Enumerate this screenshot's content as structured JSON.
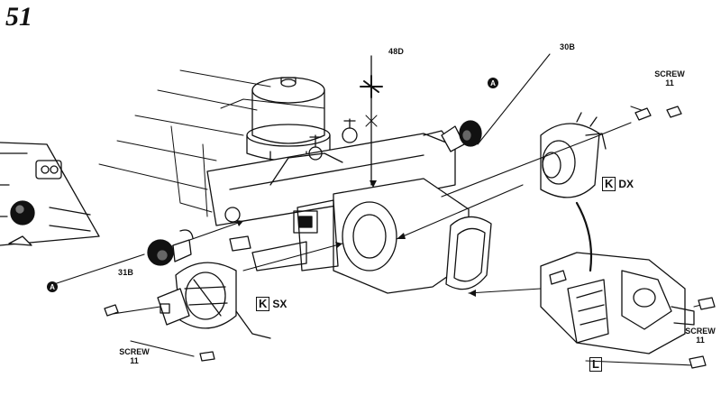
{
  "step_number": "51",
  "parts": {
    "p48": "48D",
    "p30": "30B",
    "p31": "31B"
  },
  "screws": {
    "top_right": {
      "label": "SCREW",
      "qty": "11"
    },
    "bottom_left": {
      "label": "SCREW",
      "qty": "11"
    },
    "right": {
      "label": "SCREW",
      "qty": "11"
    }
  },
  "assemblies": {
    "k_dx": {
      "letter": "K",
      "suffix": "DX"
    },
    "k_sx": {
      "letter": "K",
      "suffix": "SX"
    },
    "l": {
      "letter": "L"
    }
  },
  "callouts": {
    "a_top": "A",
    "a_left": "A"
  }
}
